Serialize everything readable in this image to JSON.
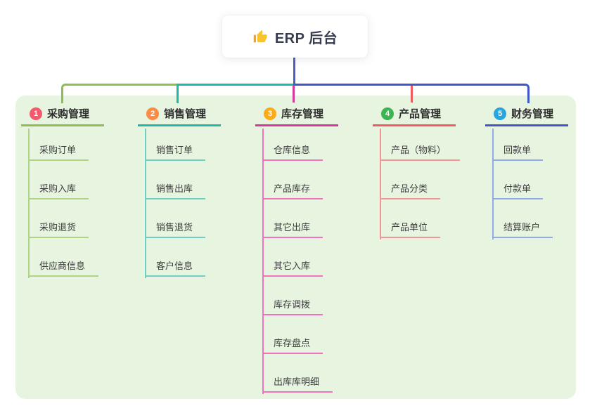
{
  "root": {
    "label": "ERP 后台",
    "icon": "thumbs-up",
    "icon_color": "#f9c32c"
  },
  "panel": {
    "background": "#e7f5e0"
  },
  "connector": {
    "root_drop_color": "#4a5fc6"
  },
  "branches": [
    {
      "index": "1",
      "label": "采购管理",
      "badge_color": "#f4596e",
      "line_color": "#8cbf4d",
      "child_line_color": "#aed584",
      "children": [
        "采购订单",
        "采购入库",
        "采购退货",
        "供应商信息"
      ]
    },
    {
      "index": "2",
      "label": "销售管理",
      "badge_color": "#fb8c44",
      "line_color": "#1cb8a8",
      "child_line_color": "#6fcfc3",
      "children": [
        "销售订单",
        "销售出库",
        "销售退货",
        "客户信息"
      ]
    },
    {
      "index": "3",
      "label": "库存管理",
      "badge_color": "#fbac18",
      "line_color": "#d6369e",
      "child_line_color": "#f173bd",
      "children": [
        "仓库信息",
        "产品库存",
        "其它出库",
        "其它入库",
        "库存调拨",
        "库存盘点",
        "出库库明细"
      ]
    },
    {
      "index": "4",
      "label": "产品管理",
      "badge_color": "#3cb550",
      "line_color": "#f25a60",
      "child_line_color": "#f59496",
      "children": [
        "产品（物料）",
        "产品分类",
        "产品单位"
      ]
    },
    {
      "index": "5",
      "label": "财务管理",
      "badge_color": "#29a6dd",
      "line_color": "#3d56cc",
      "child_line_color": "#93aae8",
      "children": [
        "回款单",
        "付款单",
        "结算账户"
      ]
    }
  ]
}
